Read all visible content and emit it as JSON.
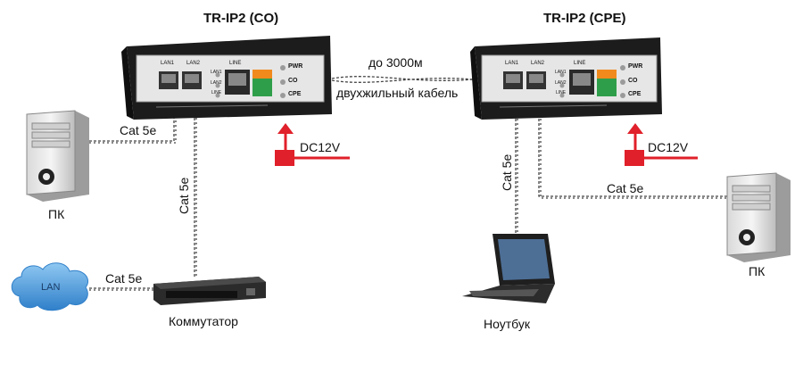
{
  "devices": {
    "co": {
      "title": "TR-IP2 (CO)",
      "port1": "LAN1",
      "port2": "LAN2",
      "port3": "LINE",
      "side1": "LAN1",
      "side2": "LAN2",
      "side3": "LINE",
      "led_pwr": "PWR",
      "led_co": "CO",
      "led_cpe": "CPE"
    },
    "cpe": {
      "title": "TR-IP2 (CPE)",
      "port1": "LAN1",
      "port2": "LAN2",
      "port3": "LINE",
      "side1": "LAN1",
      "side2": "LAN2",
      "side3": "LINE",
      "led_pwr": "PWR",
      "led_co": "CO",
      "led_cpe": "CPE"
    }
  },
  "link": {
    "distance": "до 3000м",
    "cable": "двухжильный кабель"
  },
  "power": {
    "co": "DC12V",
    "cpe": "DC12V"
  },
  "cables": {
    "pc_left": "Cat 5e",
    "switch_vertical": "Cat 5e",
    "lan": "Cat 5e",
    "laptop_vertical": "Cat 5e",
    "pc_right": "Cat 5e"
  },
  "labels": {
    "pc_left": "ПК",
    "lan_cloud": "LAN",
    "switch": "Коммутатор",
    "laptop": "Ноутбук",
    "pc_right": "ПК"
  },
  "colors": {
    "device_body": "#1c1c1c",
    "panel": "#e6e6e6",
    "terminal_green": "#2f9e4a",
    "terminal_orange": "#f08a1d",
    "power_red": "#e0202a",
    "cloud_blue": "#3a8fd6"
  }
}
